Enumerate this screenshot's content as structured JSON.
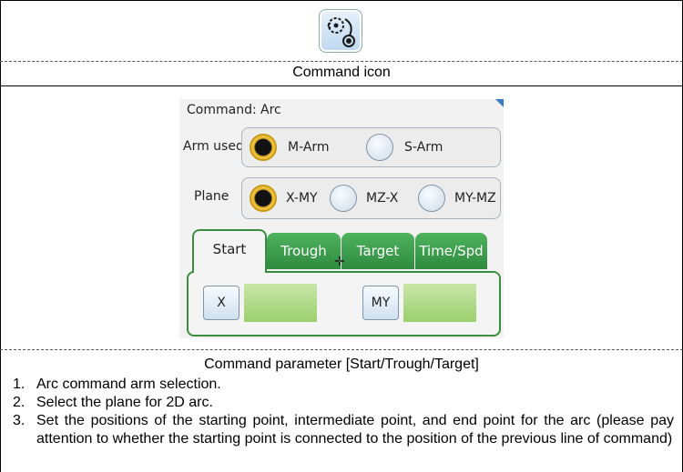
{
  "captions": {
    "icon": "Command icon",
    "parameter": "Command parameter [Start/Trough/Target]"
  },
  "icon_name": "arc-command-icon",
  "ui": {
    "command_label": "Command:",
    "command_value": "Arc",
    "arm": {
      "label": "Arm used",
      "options": [
        {
          "label": "M-Arm",
          "selected": true
        },
        {
          "label": "S-Arm",
          "selected": false
        }
      ]
    },
    "plane": {
      "label": "Plane",
      "options": [
        {
          "label": "X-MY",
          "selected": true
        },
        {
          "label": "MZ-X",
          "selected": false
        },
        {
          "label": "MY-MZ",
          "selected": false
        }
      ]
    },
    "tabs": [
      {
        "label": "Start",
        "active": true
      },
      {
        "label": "Trough",
        "active": false
      },
      {
        "label": "Target",
        "active": false
      },
      {
        "label": "Time/Spd",
        "active": false
      }
    ],
    "fields": [
      {
        "axis": "X",
        "value": ""
      },
      {
        "axis": "MY",
        "value": ""
      }
    ],
    "accent_color": "#3a8f3f",
    "selected_radio_color": "#e8b423"
  },
  "steps": [
    {
      "num": "1.",
      "text": "Arc command arm selection."
    },
    {
      "num": "2.",
      "text": "Select the plane for 2D arc."
    },
    {
      "num": "3.",
      "text": "Set the positions of the starting point, intermediate point, and end point for the arc (please pay attention to whether the starting point is connected to the position of the previous line of command)"
    }
  ]
}
